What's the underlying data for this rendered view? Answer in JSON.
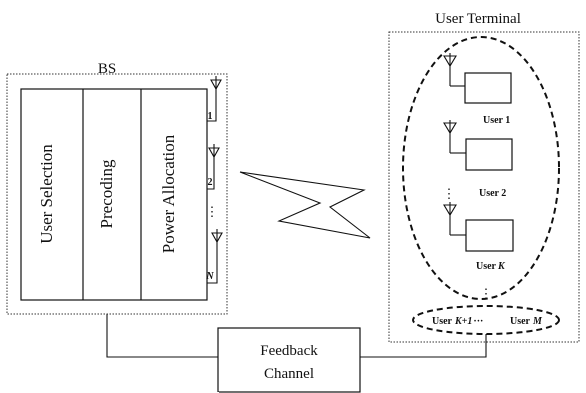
{
  "labels": {
    "user_terminal": "User Terminal",
    "bs": "BS",
    "user_selection": "User Selection",
    "precoding": "Precoding",
    "power_allocation": "Power Allocation",
    "feedback_line1": "Feedback",
    "feedback_line2": "Channel"
  },
  "antenna_ports": [
    "1",
    "2",
    "N"
  ],
  "vertical_ellipsis": "⋮",
  "users": {
    "user1": "User 1",
    "user2": "User 2",
    "userK_prefix": "User",
    "userK_italic": "K",
    "userK1_prefix": "User",
    "userK1_italic": "K+1",
    "userK1_dots": "···",
    "userM_prefix": "User",
    "userM_italic": "M"
  }
}
